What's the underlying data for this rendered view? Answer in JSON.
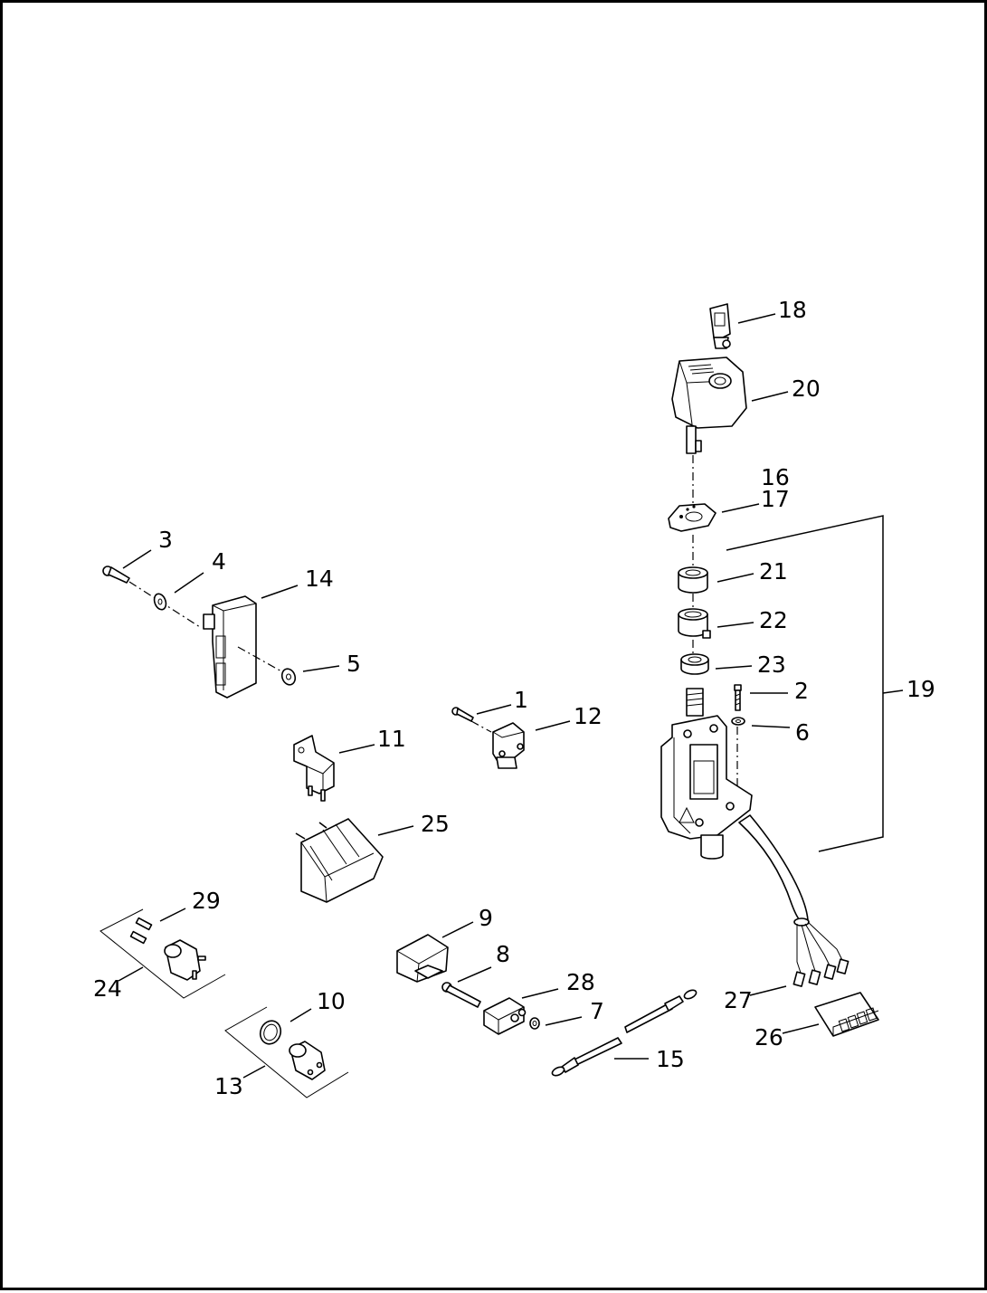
{
  "callouts": [
    {
      "id": "c1",
      "text": "1"
    },
    {
      "id": "c2",
      "text": "2"
    },
    {
      "id": "c3",
      "text": "3"
    },
    {
      "id": "c4",
      "text": "4"
    },
    {
      "id": "c5",
      "text": "5"
    },
    {
      "id": "c6",
      "text": "6"
    },
    {
      "id": "c7",
      "text": "7"
    },
    {
      "id": "c8",
      "text": "8"
    },
    {
      "id": "c9",
      "text": "9"
    },
    {
      "id": "c10",
      "text": "10"
    },
    {
      "id": "c11",
      "text": "11"
    },
    {
      "id": "c12",
      "text": "12"
    },
    {
      "id": "c13",
      "text": "13"
    },
    {
      "id": "c14",
      "text": "14"
    },
    {
      "id": "c15",
      "text": "15"
    },
    {
      "id": "c16",
      "text": "16"
    },
    {
      "id": "c17",
      "text": "17"
    },
    {
      "id": "c18",
      "text": "18"
    },
    {
      "id": "c19",
      "text": "19"
    },
    {
      "id": "c20",
      "text": "20"
    },
    {
      "id": "c21",
      "text": "21"
    },
    {
      "id": "c22",
      "text": "22"
    },
    {
      "id": "c23",
      "text": "23"
    },
    {
      "id": "c24",
      "text": "24"
    },
    {
      "id": "c25",
      "text": "25"
    },
    {
      "id": "c26",
      "text": "26"
    },
    {
      "id": "c27",
      "text": "27"
    },
    {
      "id": "c28",
      "text": "28"
    },
    {
      "id": "c29",
      "text": "29"
    }
  ]
}
